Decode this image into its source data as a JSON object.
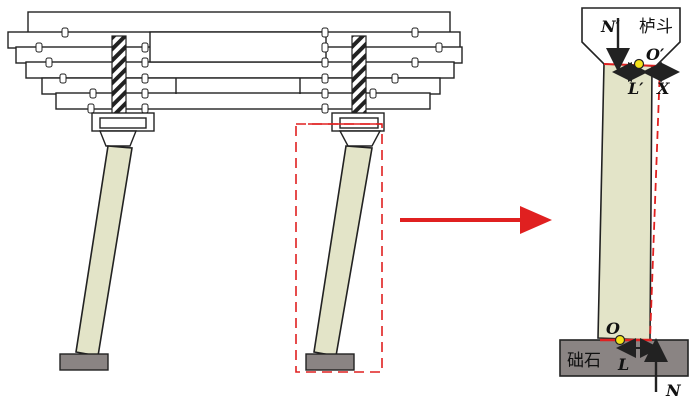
{
  "labels": {
    "bracket_label": "栌斗",
    "base_label": "础石",
    "force_top": "N′",
    "pivot_top": "O′",
    "lever_top": "L′",
    "offset_x": "X",
    "pivot_bottom": "O",
    "lever_bottom": "L",
    "force_bottom": "N"
  },
  "colors": {
    "column_fill": "#e3e4c8",
    "base_fill": "#8a8483",
    "accent_red": "#e02020",
    "pivot_yellow": "#f5e21a",
    "outline": "#222222"
  }
}
